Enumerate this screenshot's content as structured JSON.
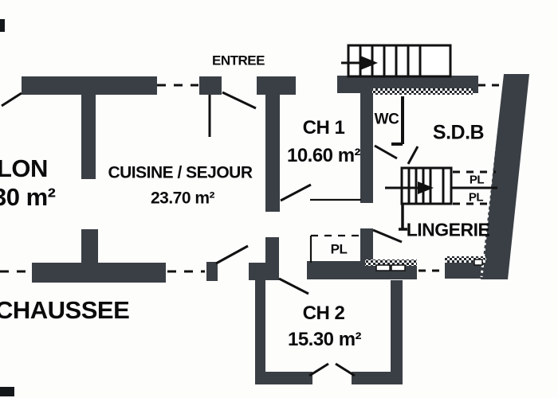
{
  "plan_type": "floor-plan",
  "floor_label_partial": "CHAUSSEE",
  "labels": {
    "entrance": "ENTREE"
  },
  "rooms": [
    {
      "id": "salon",
      "name_partial": "LON",
      "area_partial": "30 m²"
    },
    {
      "id": "cuisine-sejour",
      "name": "CUISINE / SEJOUR",
      "area": "23.70 m²"
    },
    {
      "id": "ch1",
      "name": "CH 1",
      "area": "10.60 m²"
    },
    {
      "id": "wc",
      "name": "WC"
    },
    {
      "id": "sdb",
      "name": "S.D.B"
    },
    {
      "id": "lingerie",
      "name": "LINGERIE"
    },
    {
      "id": "ch2",
      "name": "CH 2",
      "area": "15.30 m²"
    }
  ],
  "closets": [
    {
      "label": "PL"
    },
    {
      "label": "PL"
    },
    {
      "label": "PL"
    }
  ],
  "colors": {
    "wall": "#3a3f45",
    "line": "#111111",
    "background": "#fdfdfc"
  }
}
